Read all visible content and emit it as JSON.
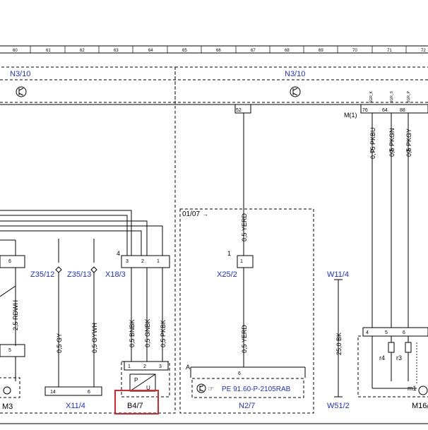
{
  "ruler": [
    "60",
    "61",
    "62",
    "63",
    "64",
    "65",
    "66",
    "67",
    "68",
    "69",
    "70",
    "71",
    "72"
  ],
  "components": {
    "n3_10_left": "N3/10",
    "n3_10_right": "N3/10",
    "m1_label": "M(1)",
    "z35_12": "Z35/12",
    "z35_13": "Z35/13",
    "x18_3": "X18/3",
    "x25_2": "X25/2",
    "w11_4": "W11/4",
    "w51_2": "W51/2",
    "m3": "M3",
    "x11_4": "X11/4",
    "b4_7": "B4/7",
    "n2_7": "N2/7",
    "m16": "M16/",
    "pe_ref": "PE 91.60-P-2105RAB",
    "date_code": "01/07",
    "a_marker": "A",
    "r4": "r4",
    "r3": "r3",
    "m1": "m1",
    "p_label": "P",
    "u_label": "U",
    "x18_3_pin": "4",
    "x25_2_pin": "1"
  },
  "wires": {
    "rdwh": "2,5 RDWH",
    "gy": "0,5 GY",
    "gywh": "0,5 GYWH",
    "bnbk": "0,5 BNBK",
    "gnbk": "0,5 GNBK",
    "pkbk": "0,5 PKBK",
    "yerd_top": "0,5 YERD",
    "yerd_bottom": "0,5 YERD",
    "bk25": "25,0 BK",
    "pkbu": "0,75 PKBU",
    "pkgn": "0,5 PKGN",
    "pkgy": "0,5 PKGY"
  },
  "pins": {
    "p52": "52",
    "p76": "76",
    "p64": "64",
    "p88": "88",
    "p6a": "6",
    "p5a": "5",
    "p14": "14",
    "p6b": "6",
    "x18_1": "1",
    "x18_2": "2",
    "x18_3": "3",
    "b47_1": "1",
    "b47_2": "2",
    "b47_3": "3",
    "x25_p6": "6",
    "m16_4": "4",
    "m16_5": "5",
    "m16_6": "6",
    "x18_c3": "3",
    "x18_c2": "2",
    "x18_c1": "1",
    "x25_c1": "1"
  },
  "rot_labels": {
    "r1": "SGR_K",
    "r2": "SGR_S",
    "r3": "SGR_P"
  }
}
